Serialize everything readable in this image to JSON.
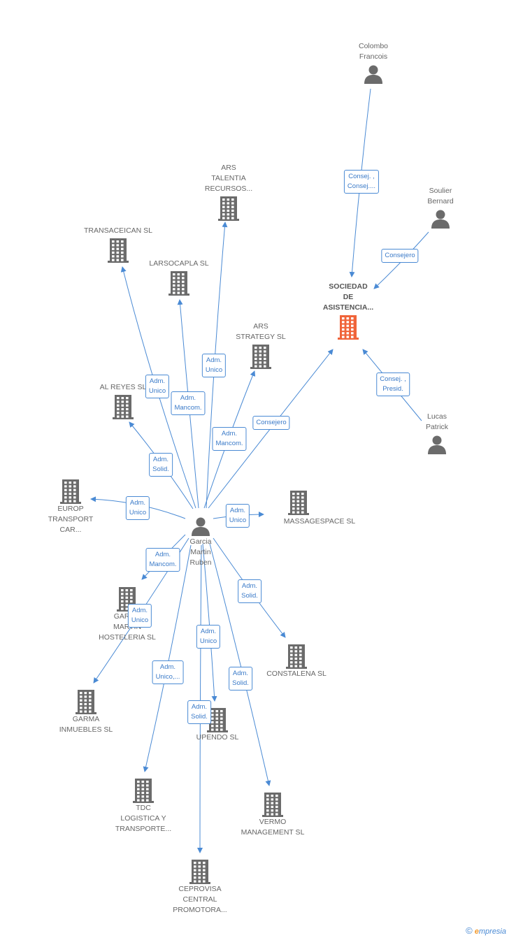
{
  "nodes": [
    {
      "id": "colombo",
      "name": "Colombo\nFrancois",
      "type": "person",
      "label_pos": "above"
    },
    {
      "id": "soulier",
      "name": "Soulier\nBernard",
      "type": "person",
      "label_pos": "above"
    },
    {
      "id": "lucas",
      "name": "Lucas\nPatrick",
      "type": "person",
      "label_pos": "above"
    },
    {
      "id": "sociedad",
      "name": "SOCIEDAD\nDE\nASISTENCIA...",
      "type": "company",
      "focus": true,
      "label_pos": "above"
    },
    {
      "id": "ars_talentia",
      "name": "ARS\nTALENTIA\nRECURSOS...",
      "type": "company",
      "label_pos": "above"
    },
    {
      "id": "transaceican",
      "name": "TRANSACEICAN SL",
      "type": "company",
      "label_pos": "above"
    },
    {
      "id": "larsocapla",
      "name": "LARSOCAPLA SL",
      "type": "company",
      "label_pos": "above"
    },
    {
      "id": "ars_strategy",
      "name": "ARS\nSTRATEGY  SL",
      "type": "company",
      "label_pos": "above"
    },
    {
      "id": "al_reyes",
      "name": "AL REYES SL",
      "type": "company",
      "label_pos": "above"
    },
    {
      "id": "europ",
      "name": "EUROP\nTRANSPORT\nCAR...",
      "type": "company",
      "label_pos": "below"
    },
    {
      "id": "massagespace",
      "name": "MASSAGESPACE SL",
      "type": "company",
      "label_pos": "right"
    },
    {
      "id": "garcia",
      "name": "Garcia\nMartin\nRuben",
      "type": "person",
      "label_pos": "below"
    },
    {
      "id": "garma_hosteleria",
      "name": "GARMA\nMARTIN\nHOSTELERIA  SL",
      "type": "company",
      "label_pos": "below"
    },
    {
      "id": "garma_inmuebles",
      "name": "GARMA\nINMUEBLES SL",
      "type": "company",
      "label_pos": "below"
    },
    {
      "id": "constalena",
      "name": "CONSTALENA SL",
      "type": "company",
      "label_pos": "below"
    },
    {
      "id": "upendo",
      "name": "UPENDO SL",
      "type": "company",
      "label_pos": "below"
    },
    {
      "id": "tdc",
      "name": "TDC\nLOGISTICA Y\nTRANSPORTE...",
      "type": "company",
      "label_pos": "below"
    },
    {
      "id": "vermo",
      "name": "VERMO\nMANAGEMENT SL",
      "type": "company",
      "label_pos": "below"
    },
    {
      "id": "ceprovisa",
      "name": "CEPROVISA\nCENTRAL\nPROMOTORA...",
      "type": "company",
      "label_pos": "below"
    }
  ],
  "edges": [
    {
      "from": "colombo",
      "to": "sociedad",
      "label": "Consej. ,\nConsej...."
    },
    {
      "from": "soulier",
      "to": "sociedad",
      "label": "Consejero"
    },
    {
      "from": "lucas",
      "to": "sociedad",
      "label": "Consej. ,\nPresid."
    },
    {
      "from": "garcia",
      "to": "sociedad",
      "label": "Consejero"
    },
    {
      "from": "garcia",
      "to": "ars_talentia",
      "label": "Adm.\nUnico"
    },
    {
      "from": "garcia",
      "to": "transaceican",
      "label": "Adm.\nUnico"
    },
    {
      "from": "garcia",
      "to": "larsocapla",
      "label": "Adm.\nMancom."
    },
    {
      "from": "garcia",
      "to": "ars_strategy",
      "label": "Adm.\nMancom."
    },
    {
      "from": "garcia",
      "to": "al_reyes",
      "label": "Adm.\nSolid."
    },
    {
      "from": "garcia",
      "to": "europ",
      "label": "Adm.\nUnico"
    },
    {
      "from": "garcia",
      "to": "massagespace",
      "label": "Adm.\nUnico"
    },
    {
      "from": "garcia",
      "to": "garma_hosteleria",
      "label": "Adm.\nMancom."
    },
    {
      "from": "garcia",
      "to": "garma_inmuebles",
      "label": "Adm.\nUnico"
    },
    {
      "from": "garcia",
      "to": "constalena",
      "label": "Adm.\nSolid."
    },
    {
      "from": "garcia",
      "to": "upendo",
      "label": "Adm.\nUnico"
    },
    {
      "from": "garcia",
      "to": "tdc",
      "label": "Adm.\nUnico,..."
    },
    {
      "from": "garcia",
      "to": "vermo",
      "label": "Adm.\nSolid."
    },
    {
      "from": "garcia",
      "to": "ceprovisa",
      "label": "Adm.\nSolid."
    }
  ],
  "colors": {
    "edge": "#4a8ad4",
    "icon": "#6b6b6b",
    "focus_icon": "#f0643a",
    "label_text": "#3a7ac8"
  },
  "brand": {
    "copyright": "©",
    "e": "e",
    "rest": "mpresia"
  }
}
